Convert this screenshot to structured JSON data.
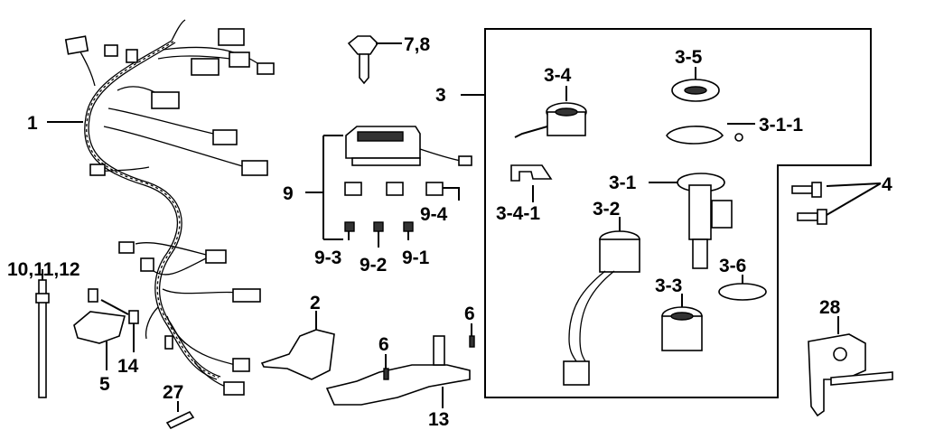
{
  "diagram": {
    "callouts": {
      "c1": "1",
      "c2": "2",
      "c3": "3",
      "c3_1": "3-1",
      "c3_1_1": "3-1-1",
      "c3_2": "3-2",
      "c3_3": "3-3",
      "c3_4": "3-4",
      "c3_4_1": "3-4-1",
      "c3_5": "3-5",
      "c3_6": "3-6",
      "c4": "4",
      "c5": "5",
      "c6a": "6",
      "c6b": "6",
      "c7_8": "7,8",
      "c9": "9",
      "c9_1": "9-1",
      "c9_2": "9-2",
      "c9_3": "9-3",
      "c9_4": "9-4",
      "c10_11_12": "10,11,12",
      "c13": "13",
      "c14": "14",
      "c27": "27",
      "c28": "28"
    }
  }
}
